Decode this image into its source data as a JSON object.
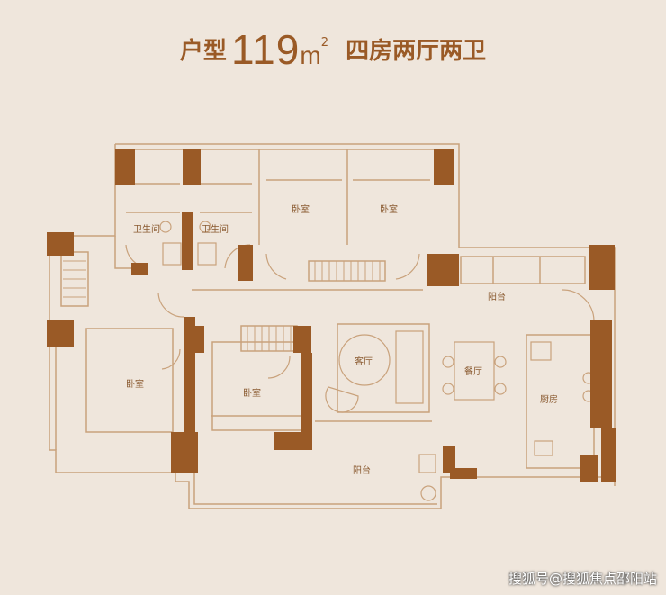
{
  "header": {
    "prefix": "户型",
    "area_number": "119",
    "area_unit": "m",
    "area_sup": "2",
    "layout_desc": "四房两厅两卫"
  },
  "rooms": {
    "bath_1": "卫生间",
    "bath_2": "卫生间",
    "bedroom_top_1": "卧室",
    "bedroom_top_2": "卧室",
    "balcony_top": "阳台",
    "bedroom_left": "卧室",
    "bedroom_mid": "卧室",
    "living": "客厅",
    "dining": "餐厅",
    "kitchen": "厨房",
    "balcony_bottom": "阳台"
  },
  "watermark": "搜狐号@搜狐焦点邵阳站",
  "colors": {
    "background": "#efe6dc",
    "wall": "#9a5a26",
    "line": "#c9a27c",
    "label": "#8a5a30"
  }
}
